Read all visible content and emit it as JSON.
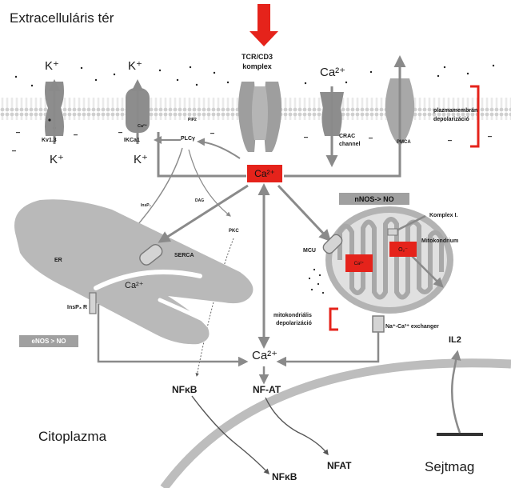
{
  "region_labels": {
    "extracellular": "Extracelluláris tér",
    "cytoplasm": "Citoplazma",
    "nucleus": "Sejtmag"
  },
  "ions": {
    "k_plus": "K⁺",
    "ca2_plus": "Ca²⁺"
  },
  "channels": {
    "kv13": "Kv1.3",
    "ikca1": "IKCa1",
    "crac": "CRAC\nchannel",
    "pmca": "PMCA",
    "tcr": "TCR/CD3\nkomplex"
  },
  "membrane_bracket_label": "plazmamembrán\ndepolarizáció",
  "mito_bracket_label": "mitokondriális\ndepolarizáció",
  "small_labels": {
    "pip2": "PIP2",
    "plc": "PLCγ",
    "insp3": "InsP₃",
    "dag": "DAG",
    "pkc": "PKC",
    "er": "ER",
    "serca": "SERCA",
    "insp3r": "InsP₃ R",
    "mcu": "MCU",
    "komplex1": "Komplex I.",
    "mitokondrium": "Mitokondrium",
    "o2": "O₂⁻",
    "exchanger": "Na⁺-Ca²⁺ exchanger",
    "il2": "IL2"
  },
  "boxes": {
    "nnos": "nNOS-> NO",
    "enos": "eNOS > NO",
    "ca_hub": "Ca²⁺",
    "ca_mito": "Ca²⁺",
    "ca_ikca1": "Ca²⁺"
  },
  "transcription": {
    "nfkb": "NFκB",
    "nfat_cyt": "NF-AT",
    "nfat_nuc": "NFAT",
    "nfkb_nuc": "NFκB"
  },
  "colors": {
    "membrane": "#d4d4d4",
    "channel": "#a9a9a9",
    "organelle": "#b8b8b8",
    "arrow": "#8a8a8a",
    "red": "#e5231b",
    "grey_box": "#a0a0a0"
  }
}
